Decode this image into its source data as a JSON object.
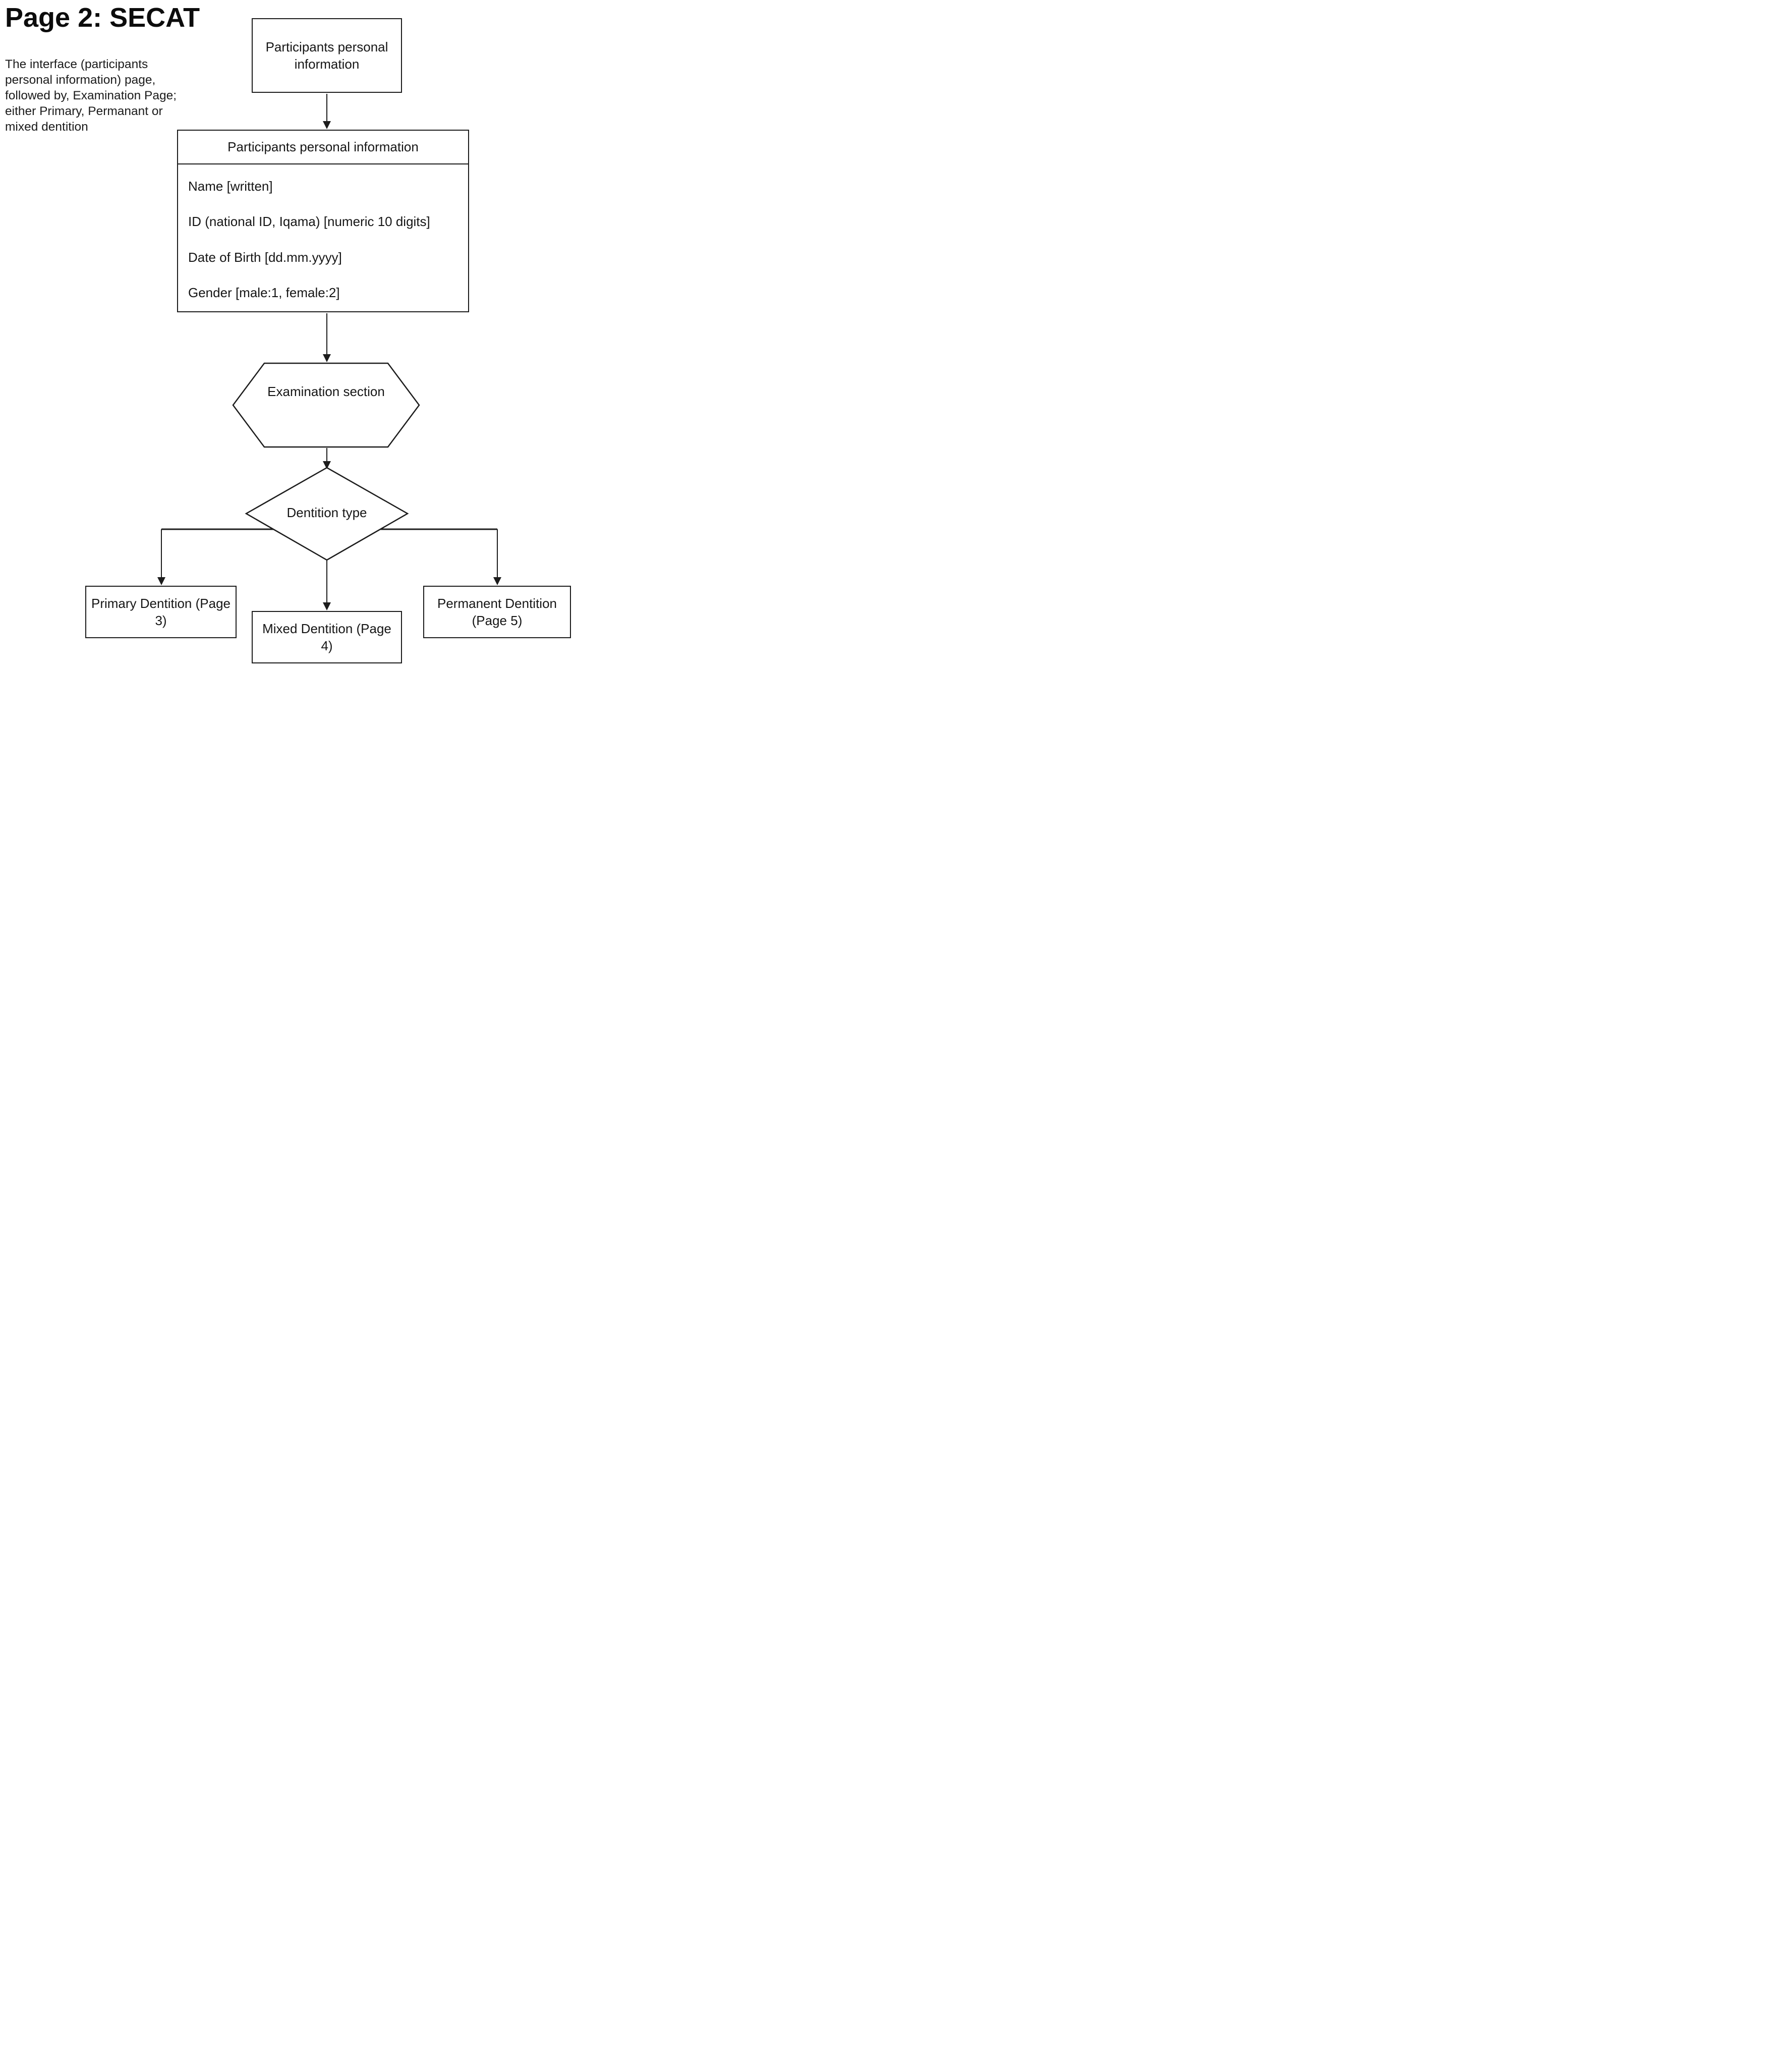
{
  "page": {
    "title": "Page 2: SECAT",
    "description_lines": [
      "The interface (participants",
      "personal information) page,",
      "followed by, Examination Page;",
      "either Primary, Permanant or",
      "mixed dentition"
    ]
  },
  "flowchart": {
    "start_box": {
      "label": "Participants personal information"
    },
    "info_box": {
      "header": "Participants personal information",
      "fields": [
        "Name [written]",
        "ID (national ID, Iqama) [numeric 10 digits]",
        "Date of Birth [dd.mm.yyyy]",
        "Gender [male:1, female:2]"
      ]
    },
    "hexagon": {
      "label": "Examination section"
    },
    "decision": {
      "label": "Dentition type"
    },
    "branches": [
      {
        "label": "Primary Dentition (Page 3)"
      },
      {
        "label": "Mixed Dentition (Page 4)"
      },
      {
        "label": "Permanent Dentition (Page 5)"
      }
    ]
  },
  "colors": {
    "line": "#1c1c1c",
    "text": "#161616",
    "background": "#ffffff"
  }
}
